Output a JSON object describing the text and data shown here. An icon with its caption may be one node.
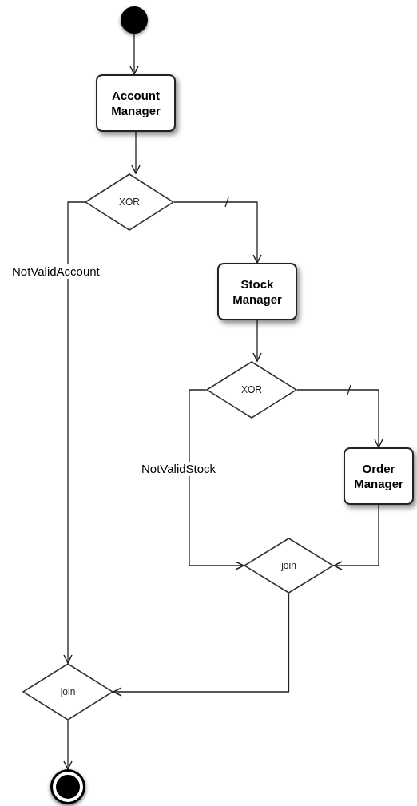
{
  "diagram": {
    "nodes": [
      {
        "text": [],
        "shape": "circle"
      },
      {
        "text": [
          "Account Manager"
        ]
      },
      {
        "text": [
          "XOR"
        ]
      },
      {
        "text": [
          "Stock Manager"
        ]
      },
      {
        "text": [
          "XOR"
        ]
      },
      {
        "text": [
          "Order Manager"
        ]
      },
      {
        "text": [
          "join"
        ]
      },
      {
        "text": [
          "join"
        ]
      },
      {
        "text": [],
        "shape": "bullseye"
      }
    ],
    "edges": [
      {
        "from": 0,
        "to": 1,
        "arrow": "to"
      },
      {
        "from": 1,
        "to": 2,
        "arrow": "to"
      },
      {
        "from": 2,
        "to": 3,
        "arrow": "to"
      },
      {
        "from": 2,
        "to": 7,
        "arrow": "to",
        "label": "NotValidAccount"
      },
      {
        "from": 3,
        "to": 4,
        "arrow": "to"
      },
      {
        "from": 4,
        "to": 5,
        "arrow": "to"
      },
      {
        "from": 4,
        "to": 6,
        "arrow": "to",
        "label": "NotValidStock"
      },
      {
        "from": 5,
        "to": 6,
        "arrow": "to"
      },
      {
        "from": 6,
        "to": 7,
        "arrow": "to"
      },
      {
        "from": 7,
        "to": 8,
        "arrow": "to"
      }
    ]
  }
}
